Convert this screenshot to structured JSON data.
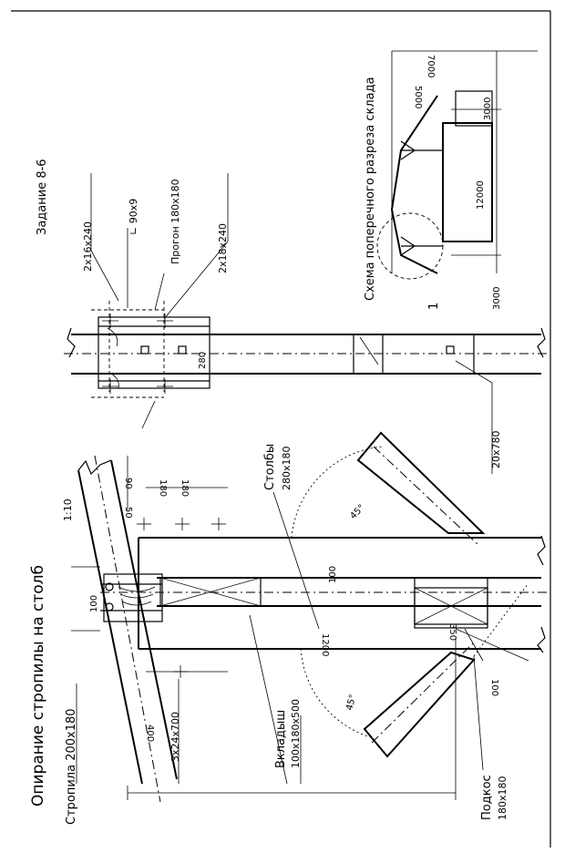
{
  "titles": {
    "main": "Опирание стропилы на столб",
    "task": "Задание 8-6",
    "scheme": "Схема поперечного разреза склада"
  },
  "labels": {
    "rafter": "Стропила  200х180",
    "slope": "1:10",
    "posts_name": "Столбы",
    "posts_size": "280х180",
    "insert_name": "Вкладыш",
    "insert_size": "100х180х500",
    "strut_name": "Подкос",
    "strut_size": "180х180",
    "plates": "3х24х700",
    "purlin": "Прогон  180х180",
    "angle": "∟ 90х9",
    "plate_pair_1": "2х16х240",
    "plate_pair_2": "2х18х240",
    "bolt": "20х780",
    "detail_num": "1"
  },
  "dimensions": {
    "d100_left": "100",
    "d100_mid": "100",
    "d100_br": "100",
    "d50": "50",
    "d90": "90",
    "d180a": "180",
    "d180b": "180",
    "d350": "350",
    "d400": "400",
    "d1200": "1200",
    "angle_top": "45°",
    "angle_bottom": "45°",
    "d280": "280",
    "s7000": "7000",
    "s5000": "5000",
    "s3000a": "3000",
    "s12000": "12000",
    "s3000b": "3000"
  }
}
